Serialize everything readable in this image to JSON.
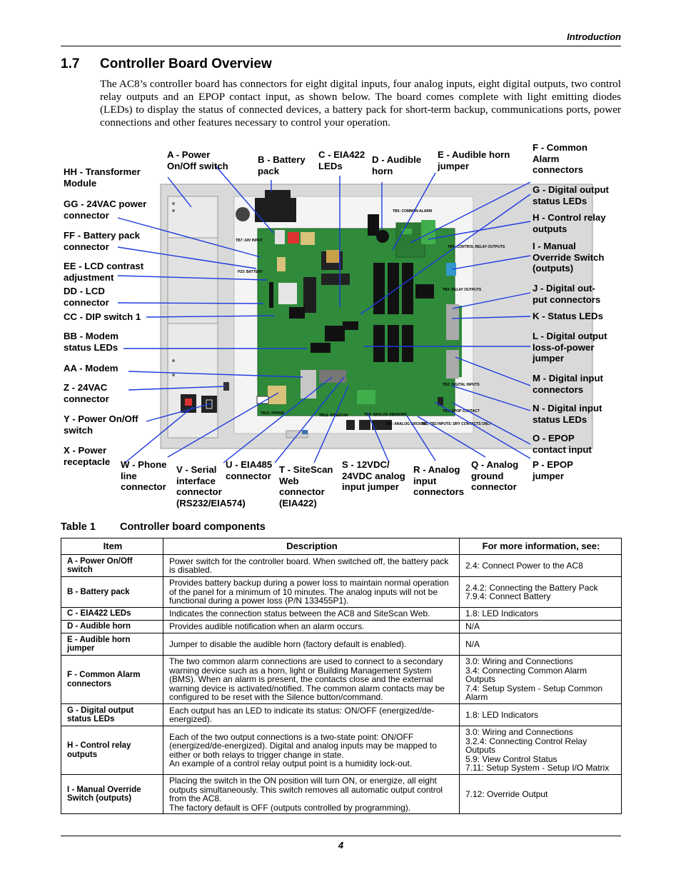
{
  "header": {
    "section_name": "Introduction"
  },
  "section": {
    "number": "1.7",
    "title": "Controller Board Overview",
    "intro": "The AC8’s controller board has connectors for eight digital inputs, four analog inputs, eight digital outputs, two control relay outputs and an EPOP contact input, as shown below. The board comes complete with light emitting diodes (LEDs) to display the status of connected devices, a battery pack for short-term backup, communications ports, power connections and other features necessary to control your operation."
  },
  "figure": {
    "callouts": {
      "a": "A - Power\nOn/Off switch",
      "b": "B - Battery\npack",
      "c": "C - EIA422\nLEDs",
      "d": "D - Audible\nhorn",
      "e": "E - Audible horn\njumper",
      "f": "F - Common\nAlarm\nconnectors",
      "g": "G - Digital output\nstatus LEDs",
      "h": "H - Control relay\noutputs",
      "i": "I - Manual\nOverride Switch\n(outputs)",
      "j": "J - Digital out-\nput connectors",
      "k": "K - Status LEDs",
      "l": "L - Digital output\nloss-of-power\njumper",
      "m": "M - Digital input\nconnectors",
      "n": "N - Digital input\nstatus LEDs",
      "o": "O - EPOP\ncontact input",
      "p": "P - EPOP\njumper",
      "q": "Q - Analog\nground\nconnector",
      "r": "R - Analog\ninput\nconnectors",
      "s": "S - 12VDC/\n24VDC analog\ninput jumper",
      "t": "T - SiteScan\nWeb\nconnector\n(EIA422)",
      "u": "U - EIA485\nconnector",
      "v": "V - Serial\ninterface\nconnector\n(RS232/EIA574)",
      "w": "W - Phone\nline\nconnector",
      "x": "X - Power\nreceptacle",
      "y": "Y - Power On/Off\nswitch",
      "z": "Z - 24VAC\nconnector",
      "aa": "AA - Modem",
      "bb": "BB - Modem\nstatus LEDs",
      "cc": "CC - DIP switch 1",
      "dd": "DD - LCD\nconnector",
      "ee": "EE - LCD contrast\nadjustment",
      "ff": "FF - Battery pack\nconnector",
      "gg": "GG - 24VAC power\nconnector",
      "hh": "HH - Transformer\nModule"
    },
    "board_text": {
      "tb7": "TB7:\n24V INPUT",
      "p23": "P23:\nBATTERY",
      "tb5": "TB5: COMMON ALARM",
      "tb4": "TB4:\nCONTROL\nRELAY\nOUTPUTS",
      "tb3": "TB3:\nRELAY\nOUTPUTS",
      "tb2": "TB2:\nDIGITAL\nINPUTS",
      "tb1": "TB1: EPOP\nCONTACT",
      "tb13": "TB13: PHONE",
      "tb12": "TB12: SITESCAN",
      "tb9": "TB9: ANALOG\nGROUND",
      "tb8": "TB8: ANALOG SENSORS",
      "tb_note": "TB1, TB2 INPUTS:\nDRY CONTACTS ONLY"
    }
  },
  "table": {
    "caption_number": "Table 1",
    "caption_title": "Controller board components",
    "headers": [
      "Item",
      "Description",
      "For more information, see:"
    ],
    "rows": [
      {
        "item": "A - Power On/Off switch",
        "description": "Power switch for the controller board. When switched off, the battery pack is disabled.",
        "ref": "2.4:      Connect Power to the AC8"
      },
      {
        "item": "B - Battery pack",
        "description": "Provides battery backup during a power loss to maintain normal operation of the panel for a minimum of 10 minutes. The analog inputs will not be functional during a power loss (P/N 133455P1).",
        "ref": "2.4.2:   Connecting the Battery Pack\n7.9.4:   Connect Battery"
      },
      {
        "item": "C - EIA422 LEDs",
        "description": "Indicates the connection status between the AC8 and SiteScan Web.",
        "ref": "1.8:      LED Indicators"
      },
      {
        "item": "D - Audible horn",
        "description": "Provides audible notification when an alarm occurs.",
        "ref": "N/A"
      },
      {
        "item": "E - Audible horn jumper",
        "description": "Jumper to disable the audible horn (factory default is enabled).",
        "ref": "N/A"
      },
      {
        "item": "F - Common Alarm connectors",
        "description": "The two common alarm connections are used to connect to a secondary warning device such as a horn, light or Building Management System (BMS). When an alarm is present, the contacts close and the external warning device is activated/notified. The common alarm contacts may be configured to be reset with the Silence button/command.",
        "ref": "3.0:      Wiring and Connections\n3.4:      Connecting Common Alarm\n             Outputs\n7.4:      Setup System - Setup Common\n             Alarm"
      },
      {
        "item": "G - Digital output status LEDs",
        "description": "Each output has an LED to indicate its status: ON/OFF (energized/de-energized).",
        "ref": "1.8:      LED Indicators"
      },
      {
        "item": "H - Control relay outputs",
        "description": "Each of the two output connections is a two-state point: ON/OFF (energized/de-energized). Digital and analog inputs may be mapped to either or both relays to trigger change in state.\nAn example of a control relay output point is a humidity lock-out.",
        "ref": "3.0:      Wiring and Connections\n3.2.4:   Connecting Control Relay\n             Outputs\n5.9:      View Control Status\n7.11:    Setup System - Setup I/O Matrix"
      },
      {
        "item": "I - Manual Override Switch (outputs)",
        "description": "Placing the switch in the ON position will turn ON, or energize, all eight outputs simultaneously. This switch removes all automatic output control from the AC8.\nThe factory default is OFF (outputs controlled by programming).",
        "ref": "7.12:    Override Output"
      }
    ]
  },
  "footer": {
    "page_number": "4"
  }
}
